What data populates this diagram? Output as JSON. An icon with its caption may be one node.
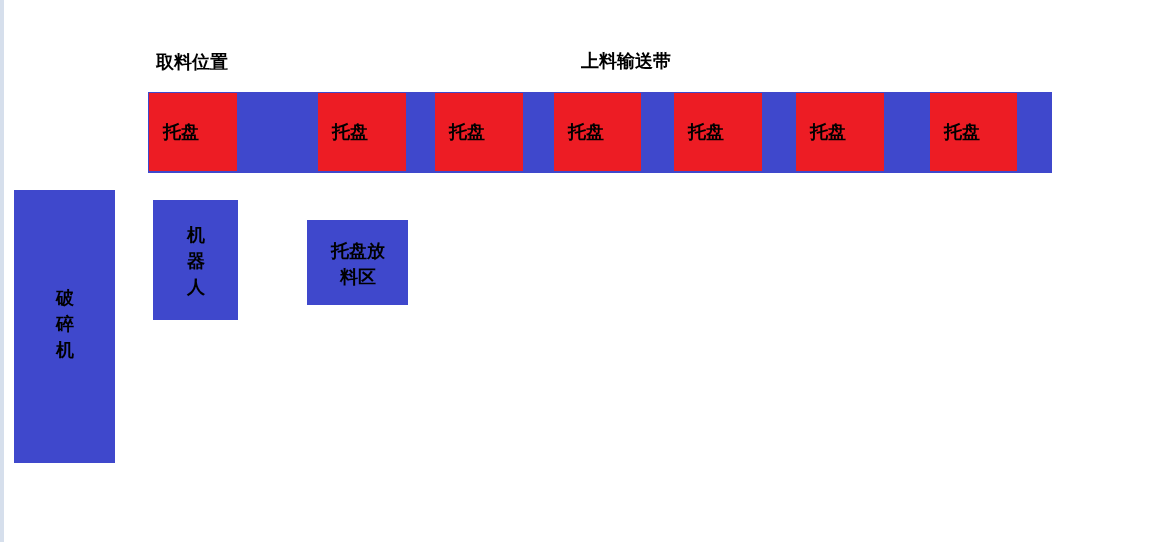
{
  "diagram": {
    "nodes": [
      {
        "text": [
          "上料输送带"
        ]
      },
      {
        "text": [
          "托盘"
        ],
        "in": 0
      },
      {
        "text": [
          "托盘"
        ],
        "in": 0
      },
      {
        "text": [
          "托盘"
        ],
        "in": 0
      },
      {
        "text": [
          "托盘"
        ],
        "in": 0
      },
      {
        "text": [
          "托盘"
        ],
        "in": 0
      },
      {
        "text": [
          "托盘"
        ],
        "in": 0
      },
      {
        "text": [
          "托盘"
        ],
        "in": 0
      },
      {
        "text": [
          "破碎机"
        ]
      },
      {
        "text": [
          "机器人"
        ]
      },
      {
        "text": [
          "托盘放料区"
        ]
      }
    ],
    "edges": [],
    "labels": [
      "取料位置"
    ]
  }
}
